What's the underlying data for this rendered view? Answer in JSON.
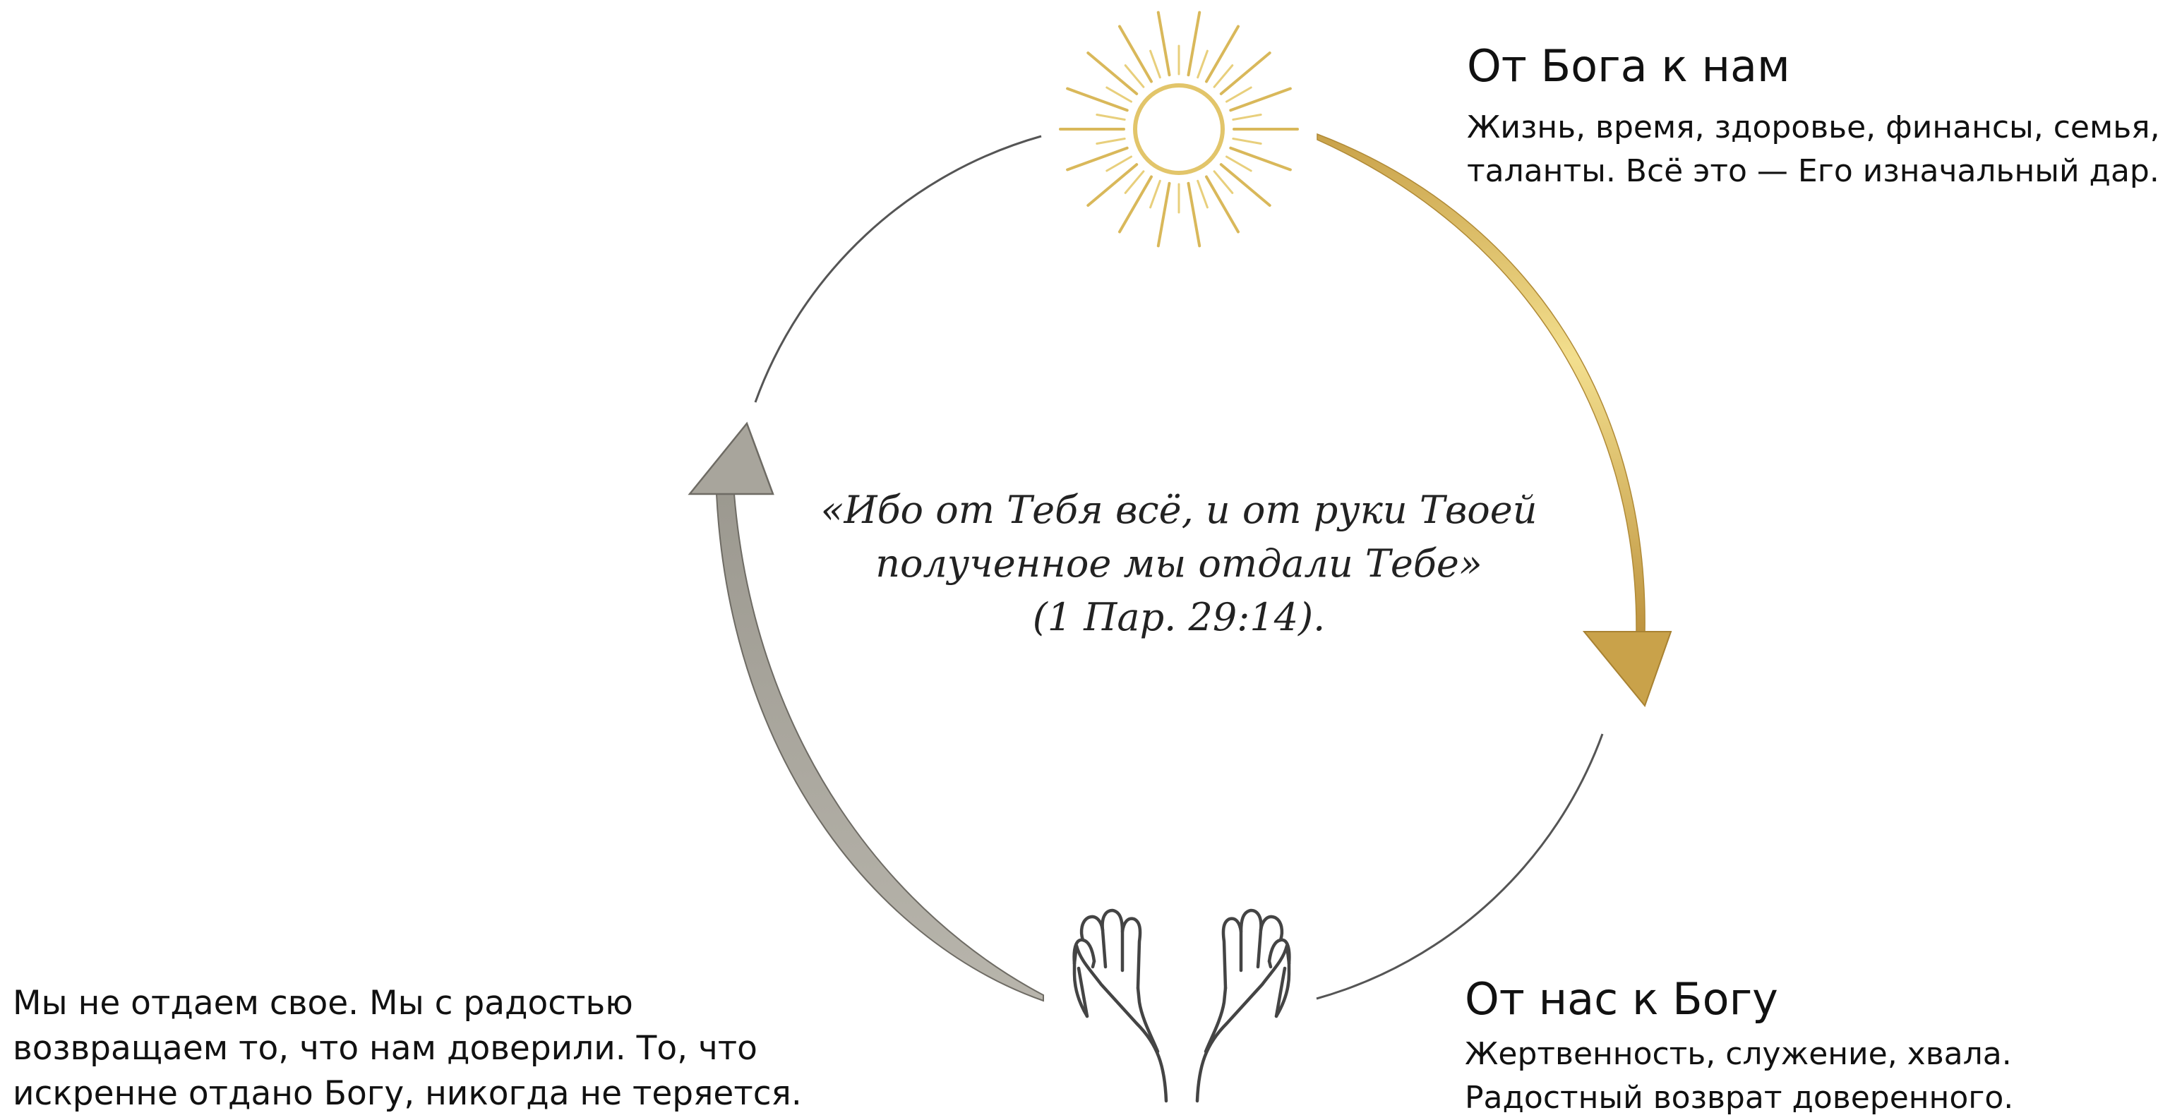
{
  "top_right": {
    "heading": "От Бога к нам",
    "lines": [
      "Жизнь, время, здоровье, финансы, семья,",
      "таланты. Всё это — Его изначальный дар."
    ]
  },
  "bottom_right": {
    "heading": "От нас к Богу",
    "lines": [
      "Жертвенность, служение, хвала.",
      "Радостный возврат доверенного."
    ]
  },
  "bottom_left": {
    "lines": [
      "Мы не отдаем свое. Мы с радостью",
      "возвращаем то, что нам доверили. То, что",
      "искренне отдано Богу, никогда не теряется."
    ]
  },
  "center_quote": {
    "lines": [
      "«Ибо от Тебя всё, и от руки Твоей",
      "полученное мы отдали Тебе»",
      "(1 Пар. 29:14)."
    ]
  },
  "icons": {
    "top": "sun-icon",
    "bottom": "open-hands-icon"
  },
  "colors": {
    "gold_light": "#F8E7A0",
    "gold_dark": "#C9A24A",
    "grey_arrow": "#A8A59C",
    "circle_line": "#555555",
    "hands_line": "#444444"
  }
}
